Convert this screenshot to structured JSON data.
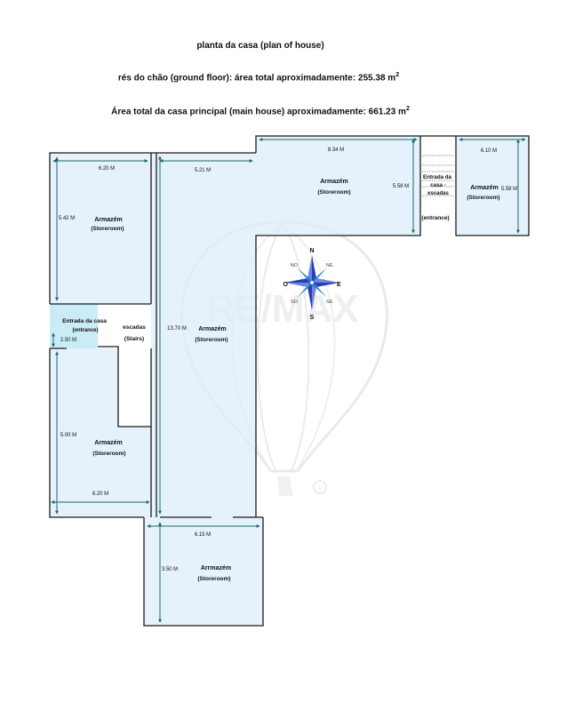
{
  "header": {
    "title": "planta da casa (plan of house)",
    "ground_floor_prefix": "rés do chão (ground floor):  área total aproximadamente: 255.38 m",
    "total_prefix": "Área total da casa principal (main house) aproximadamente:  661.23 m",
    "superscript": "2"
  },
  "rooms": {
    "storeroom_top_left": {
      "name": "Armazém",
      "sub": "(Storeroom)",
      "w": "6.20  M",
      "h": "5.42 M"
    },
    "entrance_left": {
      "name": "Entrada da casa",
      "sub": "(entrance)",
      "dim": "2.50 M"
    },
    "stairs": {
      "name": "escadas",
      "sub": "(Stairs)"
    },
    "storeroom_bottom_left": {
      "name": "Armazém",
      "sub": "(Storeroom)",
      "w": "6.20 M",
      "h": "5.00 M"
    },
    "storeroom_center": {
      "name": "Armazém",
      "sub": "(Storeroom)",
      "w": "5.21 M",
      "h": "13.70 M"
    },
    "storeroom_bottom": {
      "name": "Arrmazém",
      "sub": "(Storeroom)",
      "w": "6.15 M",
      "h": "3.50 M"
    },
    "storeroom_top_center": {
      "name": "Armazém",
      "sub": "(Storeroom)",
      "w": "8.34 M",
      "h": "5.58 M"
    },
    "entrance_right": {
      "name1": "Entrada da",
      "name2": "casa -",
      "name3": "escadas",
      "sub": "(entrance)"
    },
    "storeroom_top_right": {
      "name": "Armazém",
      "sub": "(Storeroom)",
      "w": "6.10 M",
      "h": "5.58 M"
    }
  },
  "compass": {
    "n": "N",
    "s": "S",
    "e": "E",
    "o": "O",
    "ne": "NE",
    "no": "NO",
    "se": "SE",
    "so": "SO"
  },
  "watermark": {
    "text": "RE/MAX",
    "mark": "®"
  },
  "colors": {
    "room_fill": "#dceefa",
    "entrance_fill": "#c9ecf6",
    "wall": "#1a1a1a",
    "dimension": "#1d6b6b",
    "compass": "#2a3fb5"
  }
}
